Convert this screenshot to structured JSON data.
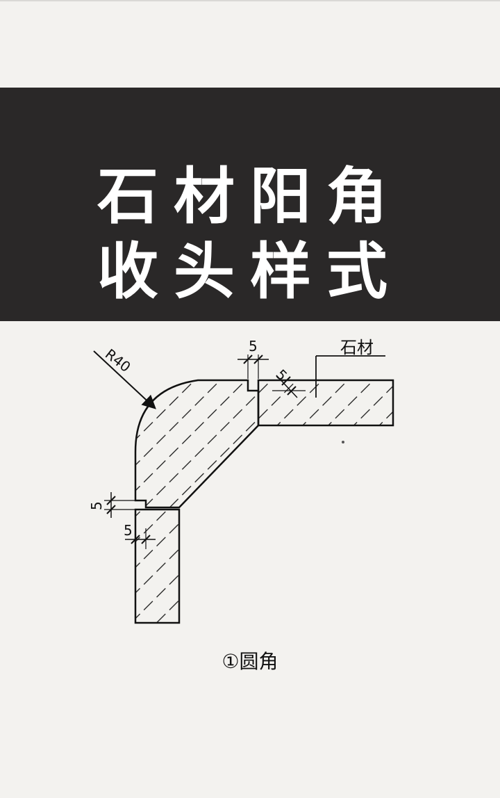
{
  "title": {
    "line1": "石材阳角",
    "line2": "收头样式"
  },
  "diagram": {
    "radius_label": "R40",
    "material_label": "石材",
    "dimension_labels": [
      "5",
      "5",
      "5",
      "5"
    ]
  },
  "caption": "①圆角",
  "colors": {
    "background": "#f3f2ef",
    "banner": "#2a2828",
    "title_text": "#ffffff",
    "line": "#111111"
  }
}
